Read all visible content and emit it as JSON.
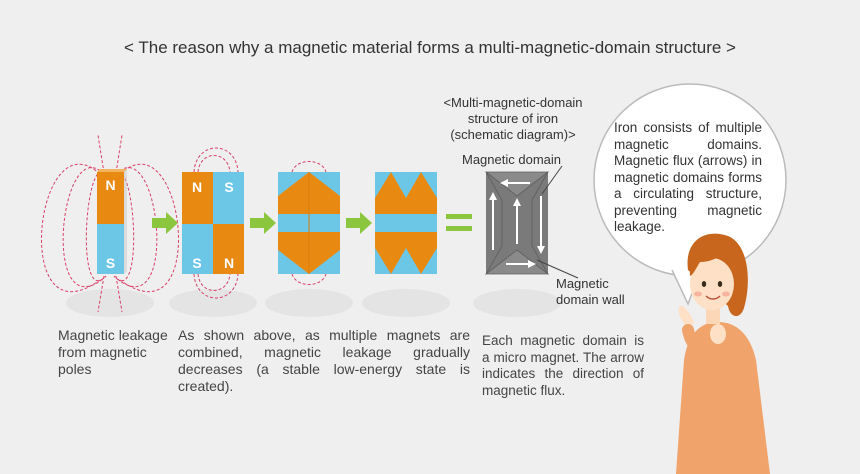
{
  "title": "< The reason why a magnetic material forms a multi-magnetic-domain structure >",
  "inset": {
    "title_lines": [
      "<Multi-magnetic-domain",
      "structure of iron",
      "(schematic diagram)>"
    ],
    "label_domain": "Magnetic domain",
    "label_wall_lines": [
      "Magnetic",
      "domain wall"
    ]
  },
  "poles": {
    "north": "N",
    "south": "S"
  },
  "captions": {
    "single_magnet": "Magnetic leakage from magnetic poles",
    "combined": "As shown above, as multiple magnets are combined, magnetic leakage gradually decreases (a stable low-energy state is created).",
    "domain": "Each magnetic domain is a micro magnet. The arrow indicates the direction of magnetic flux."
  },
  "bubble": "Iron consists of multiple magnetic domains. Magnetic flux (arrows) in magnetic domains forms a circulating structure, preventing magnetic leakage.",
  "colors": {
    "orange": "#e88a12",
    "blue": "#6cc6e6",
    "gray": "#7a7a7a",
    "arrow_green": "#8cc63f",
    "field_line": "#d9416a",
    "bubble_border": "#bbbbbb"
  }
}
